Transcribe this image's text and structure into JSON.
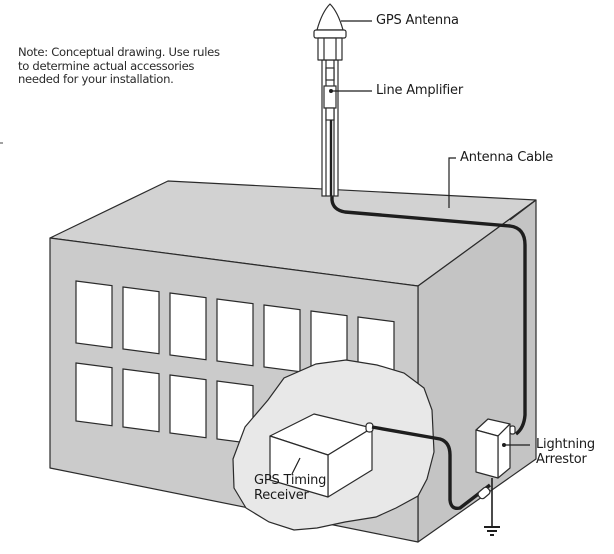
{
  "diagram": {
    "title": "GPS antenna installation concept",
    "note": [
      "Note: Conceptual drawing. Use rules",
      "to determine actual accessories",
      "needed  for your installation."
    ],
    "labels": {
      "gps_antenna": "GPS Antenna",
      "line_amplifier": "Line Amplifier",
      "antenna_cable": "Antenna Cable",
      "lightning_arrestor": [
        "Lightning",
        "Arrestor"
      ],
      "gps_timing_receiver": [
        "GPS Timing",
        "Receiver"
      ]
    },
    "colors": {
      "building_front": "#cbcbcb",
      "building_side": "#c4c4c4",
      "building_top": "#d2d2d2",
      "cutaway": "#e8e8e8",
      "window": "#ffffff",
      "line": "#2b2b2b",
      "cable": "#1e1e1e"
    },
    "windows": {
      "top_row_count": 7,
      "bottom_row_count": 4
    }
  }
}
